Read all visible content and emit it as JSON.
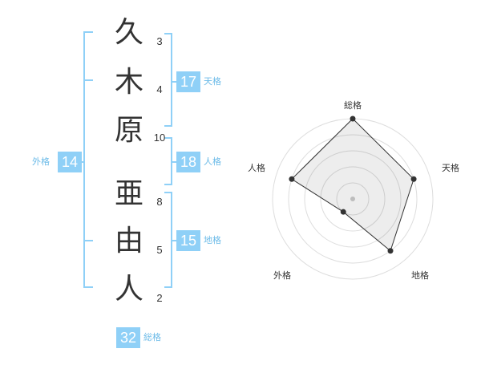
{
  "theme": {
    "accent": "#8fd0f7",
    "label_color": "#6cbbe8"
  },
  "name": {
    "characters": [
      {
        "char": "久",
        "strokes": "3"
      },
      {
        "char": "木",
        "strokes": "4"
      },
      {
        "char": "原",
        "strokes": "10"
      },
      {
        "char": "亜",
        "strokes": "8"
      },
      {
        "char": "由",
        "strokes": "5"
      },
      {
        "char": "人",
        "strokes": "2"
      }
    ]
  },
  "fortunes": {
    "tenkaku": {
      "value": "17",
      "label": "天格"
    },
    "jinkaku": {
      "value": "18",
      "label": "人格"
    },
    "chikaku": {
      "value": "15",
      "label": "地格"
    },
    "gaikaku": {
      "value": "14",
      "label": "外格"
    },
    "soukaku": {
      "value": "32",
      "label": "総格"
    }
  },
  "chart_data": {
    "type": "radar",
    "axes": [
      "総格",
      "天格",
      "地格",
      "外格",
      "人格"
    ],
    "values": [
      5,
      4,
      4,
      1,
      4
    ],
    "max": 5,
    "rings": 5
  }
}
